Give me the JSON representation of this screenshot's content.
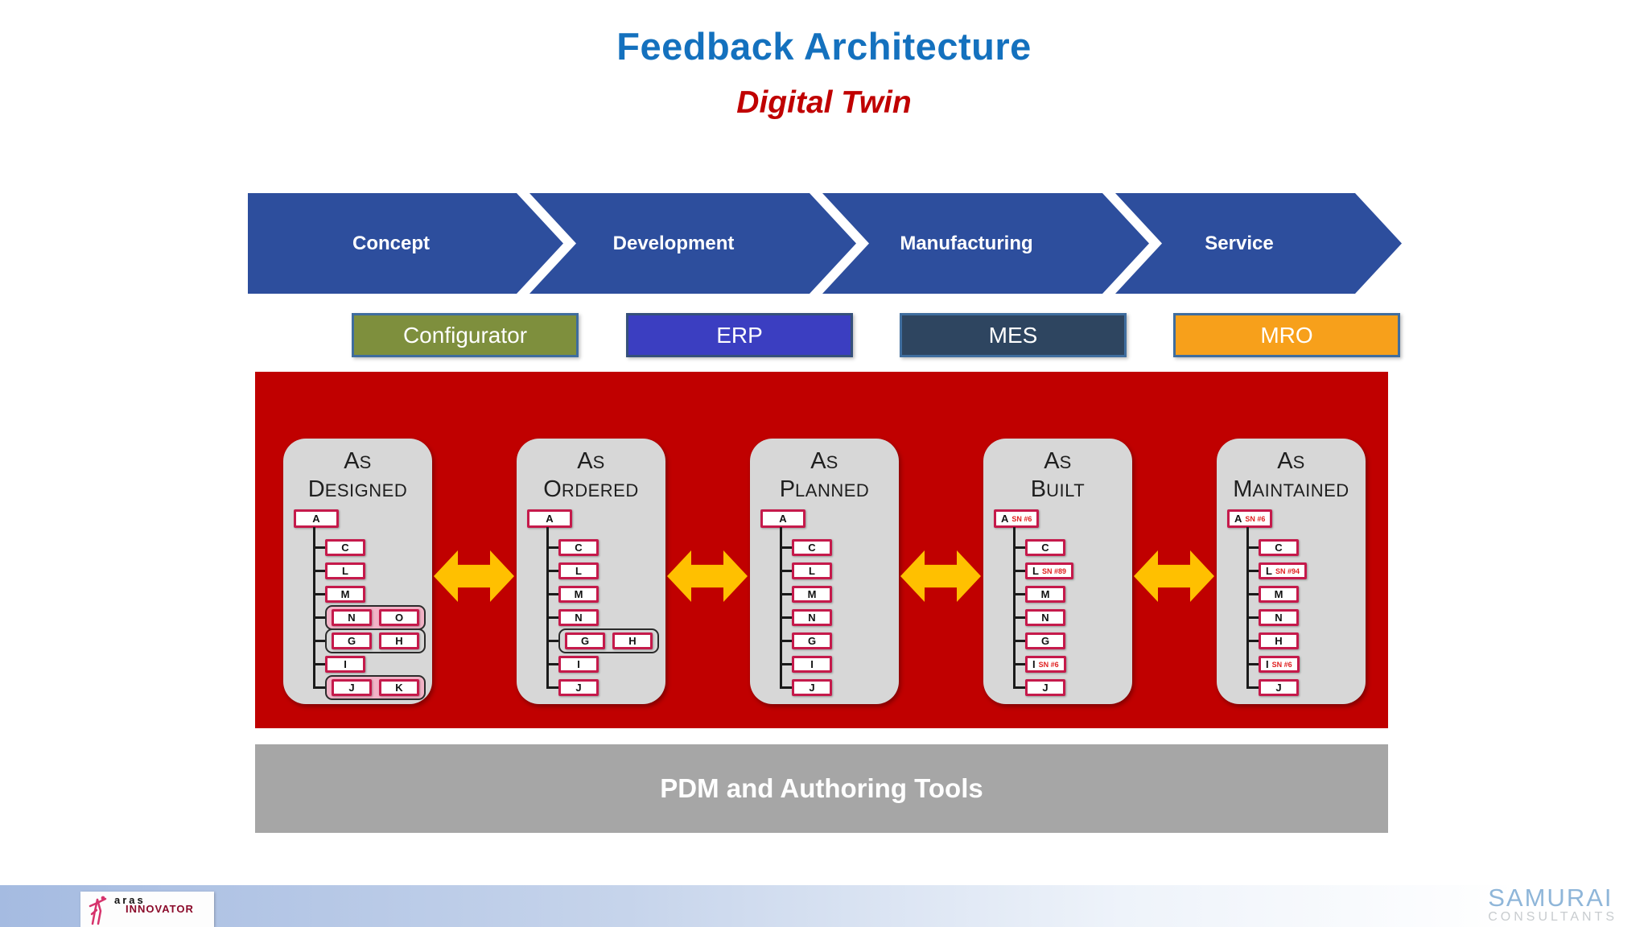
{
  "title": "Feedback Architecture",
  "subtitle": "Digital Twin",
  "colors": {
    "title_blue": "#1471BE",
    "accent_red": "#C00000",
    "chevron_blue": "#2D4E9D",
    "panel_gray": "#D7D7D7",
    "node_border": "#C51A4B",
    "sn_red": "#E02020",
    "group_pink": "#F2B3C7",
    "arrow_yellow": "#FFC000",
    "pdm_gray": "#A6A6A6"
  },
  "lifecycle_chevrons": [
    {
      "label": "Concept"
    },
    {
      "label": "Development"
    },
    {
      "label": "Manufacturing"
    },
    {
      "label": "Service"
    }
  ],
  "system_boxes": [
    {
      "label": "Configurator",
      "fill": "#7E8F3D",
      "border": "#3F6D9E"
    },
    {
      "label": "ERP",
      "fill": "#3B3EC1",
      "border": "#35507A"
    },
    {
      "label": "MES",
      "fill": "#2E4560",
      "border": "#3F6D9E"
    },
    {
      "label": "MRO",
      "fill": "#F7A01B",
      "border": "#3F6D9E"
    }
  ],
  "bom_panels": [
    {
      "title": "As Designed",
      "root": {
        "label": "A"
      },
      "children": [
        {
          "label": "C"
        },
        {
          "label": "L"
        },
        {
          "label": "M"
        },
        {
          "group": "pink",
          "items": [
            {
              "label": "N"
            },
            {
              "label": "O"
            }
          ]
        },
        {
          "group": "plain",
          "items": [
            {
              "label": "G"
            },
            {
              "label": "H"
            }
          ]
        },
        {
          "label": "I"
        },
        {
          "group": "pink",
          "items": [
            {
              "label": "J"
            },
            {
              "label": "K"
            }
          ]
        }
      ]
    },
    {
      "title": "As Ordered",
      "root": {
        "label": "A"
      },
      "children": [
        {
          "label": "C"
        },
        {
          "label": "L"
        },
        {
          "label": "M"
        },
        {
          "label": "N"
        },
        {
          "group": "plain",
          "items": [
            {
              "label": "G"
            },
            {
              "label": "H"
            }
          ]
        },
        {
          "label": "I"
        },
        {
          "label": "J"
        }
      ]
    },
    {
      "title": "As Planned",
      "root": {
        "label": "A"
      },
      "children": [
        {
          "label": "C"
        },
        {
          "label": "L"
        },
        {
          "label": "M"
        },
        {
          "label": "N"
        },
        {
          "label": "G"
        },
        {
          "label": "I"
        },
        {
          "label": "J"
        }
      ]
    },
    {
      "title": "As Built",
      "root": {
        "label": "A",
        "sn": "SN #6"
      },
      "children": [
        {
          "label": "C"
        },
        {
          "label": "L",
          "sn": "SN #89"
        },
        {
          "label": "M"
        },
        {
          "label": "N"
        },
        {
          "label": "G"
        },
        {
          "label": "I",
          "sn": "SN #6"
        },
        {
          "label": "J"
        }
      ]
    },
    {
      "title": "As Maintained",
      "root": {
        "label": "A",
        "sn": "SN #6"
      },
      "children": [
        {
          "label": "C"
        },
        {
          "label": "L",
          "sn": "SN #94"
        },
        {
          "label": "M"
        },
        {
          "label": "N"
        },
        {
          "label": "H"
        },
        {
          "label": "I",
          "sn": "SN #6"
        },
        {
          "label": "J"
        }
      ]
    }
  ],
  "pdm_bar": {
    "label": "PDM and Authoring Tools"
  },
  "logos": {
    "aras": {
      "line1": "aras",
      "line2": "INNOVATOR"
    },
    "samurai": {
      "line1": "SAMURAI",
      "line2": "CONSULTANTS"
    }
  }
}
